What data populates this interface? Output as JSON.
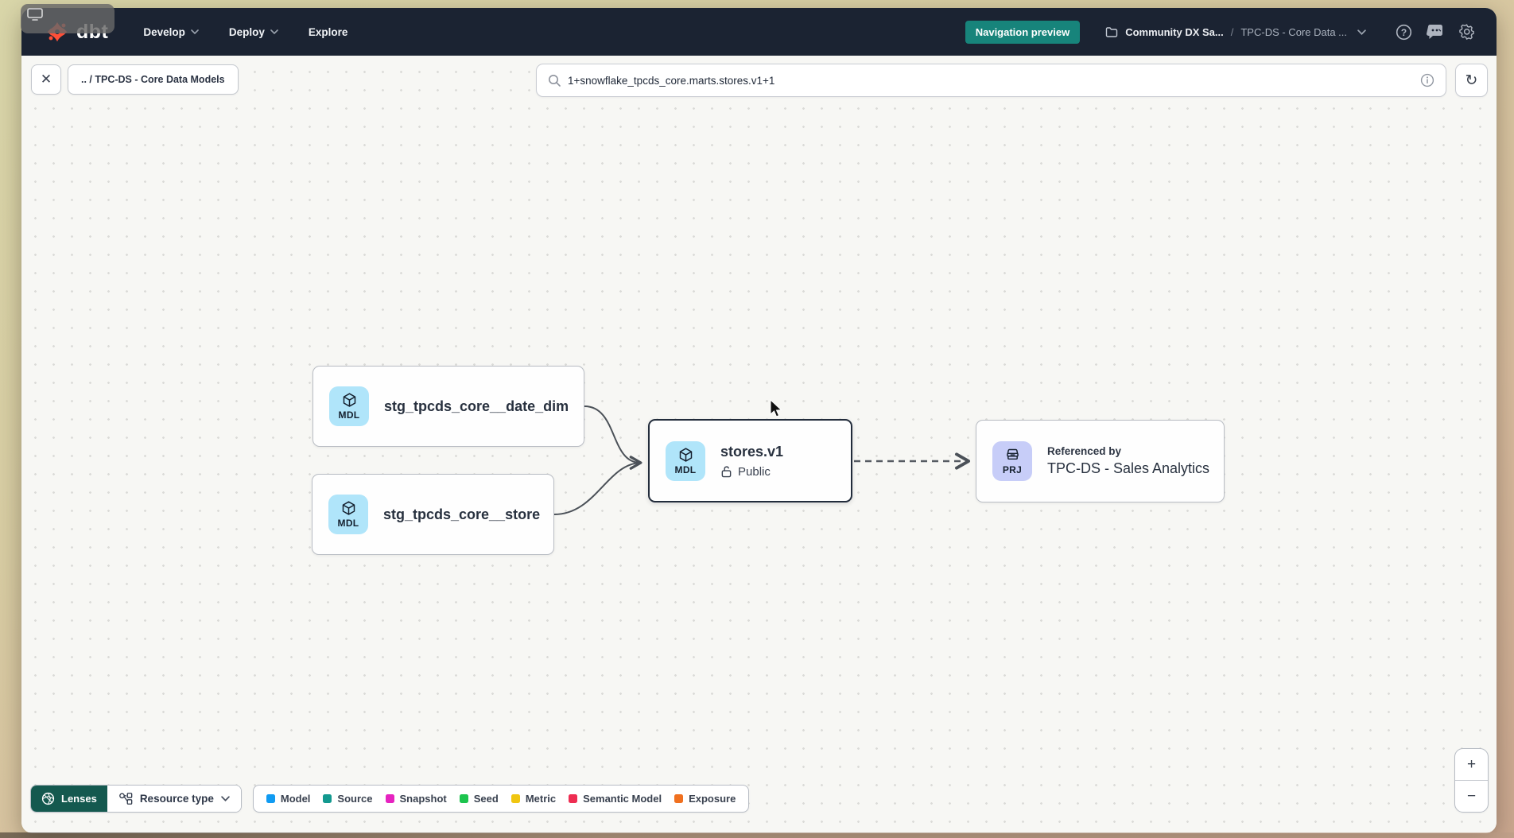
{
  "navbar": {
    "logo_text": "dbt",
    "menus": [
      {
        "label": "Develop"
      },
      {
        "label": "Deploy"
      },
      {
        "label": "Explore"
      }
    ],
    "preview_badge": "Navigation preview",
    "breadcrumb": {
      "project": "Community DX Sa...",
      "separator": "/",
      "section": "TPC-DS - Core Data ..."
    }
  },
  "toolbar": {
    "close_label": "✕",
    "breadcrumb_chip": ".. / TPC-DS - Core Data Models",
    "search_value": "1+snowflake_tpcds_core.marts.stores.v1+1",
    "refresh_label": "↻"
  },
  "graph": {
    "nodes": [
      {
        "badge": "MDL",
        "label": "stg_tpcds_core__date_dim"
      },
      {
        "badge": "MDL",
        "label": "stg_tpcds_core__store"
      },
      {
        "badge": "MDL",
        "label": "stores.v1",
        "access": "Public"
      },
      {
        "badge": "PRJ",
        "title": "Referenced by",
        "label": "TPC-DS - Sales Analytics"
      }
    ]
  },
  "footer": {
    "lenses_label": "Lenses",
    "resource_type_label": "Resource type",
    "legend": [
      {
        "label": "Model",
        "color": "#109bf2"
      },
      {
        "label": "Source",
        "color": "#13998f"
      },
      {
        "label": "Snapshot",
        "color": "#e623c0"
      },
      {
        "label": "Seed",
        "color": "#1cc44e"
      },
      {
        "label": "Metric",
        "color": "#f0c611"
      },
      {
        "label": "Semantic Model",
        "color": "#ee2d52"
      },
      {
        "label": "Exposure",
        "color": "#f0701f"
      }
    ],
    "zoom_in": "+",
    "zoom_out": "−"
  },
  "colors": {
    "navbar_bg": "#1b2332",
    "logo_orange": "#ff4f38",
    "preview_badge_teal": "#17847b",
    "lenses_teal": "#14594f",
    "model_badge_blue": "#b0e5fa",
    "project_badge_lavender": "#c7cdf8",
    "edge_gray": "#4b5158",
    "canvas_bg": "#f7f7f4"
  }
}
